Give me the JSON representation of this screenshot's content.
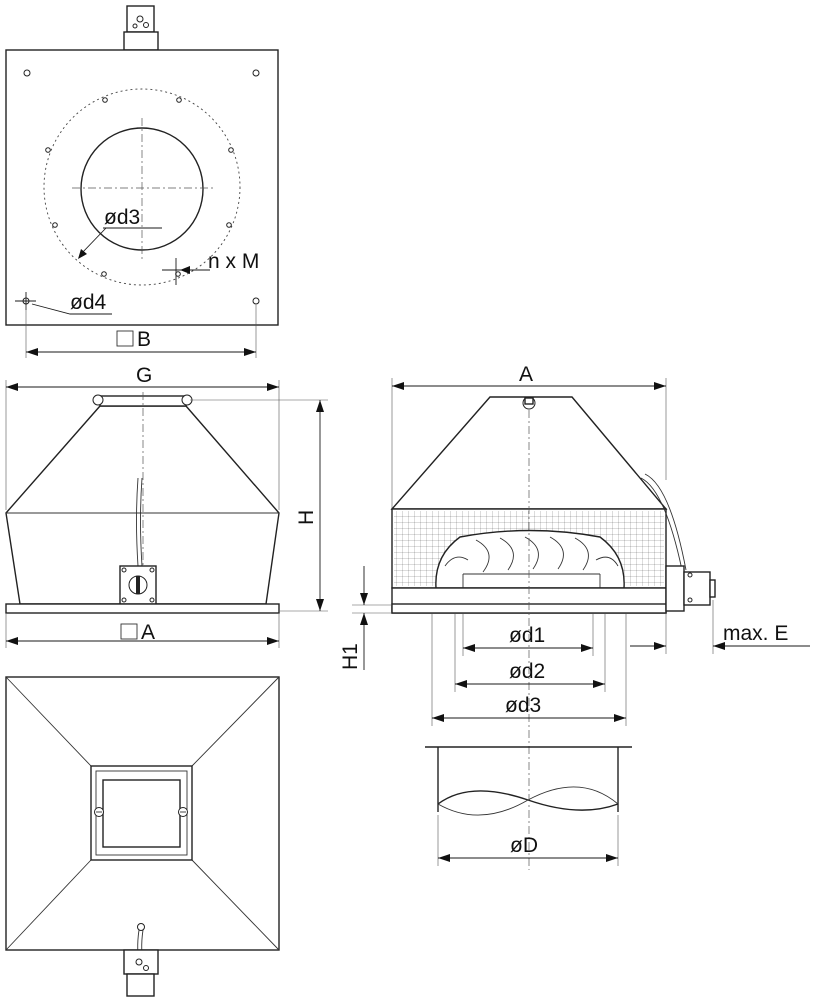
{
  "labels": {
    "d3_top": "ød3",
    "holes": "n x M",
    "d4": "ød4",
    "square_b": "B",
    "width_g": "G",
    "height_h": "H",
    "square_a": "A",
    "height_h1": "H1",
    "width_a": "A",
    "max_e": "max. E",
    "d1": "ød1",
    "d2": "ød2",
    "d3_side": "ød3",
    "diameter_d": "øD"
  }
}
